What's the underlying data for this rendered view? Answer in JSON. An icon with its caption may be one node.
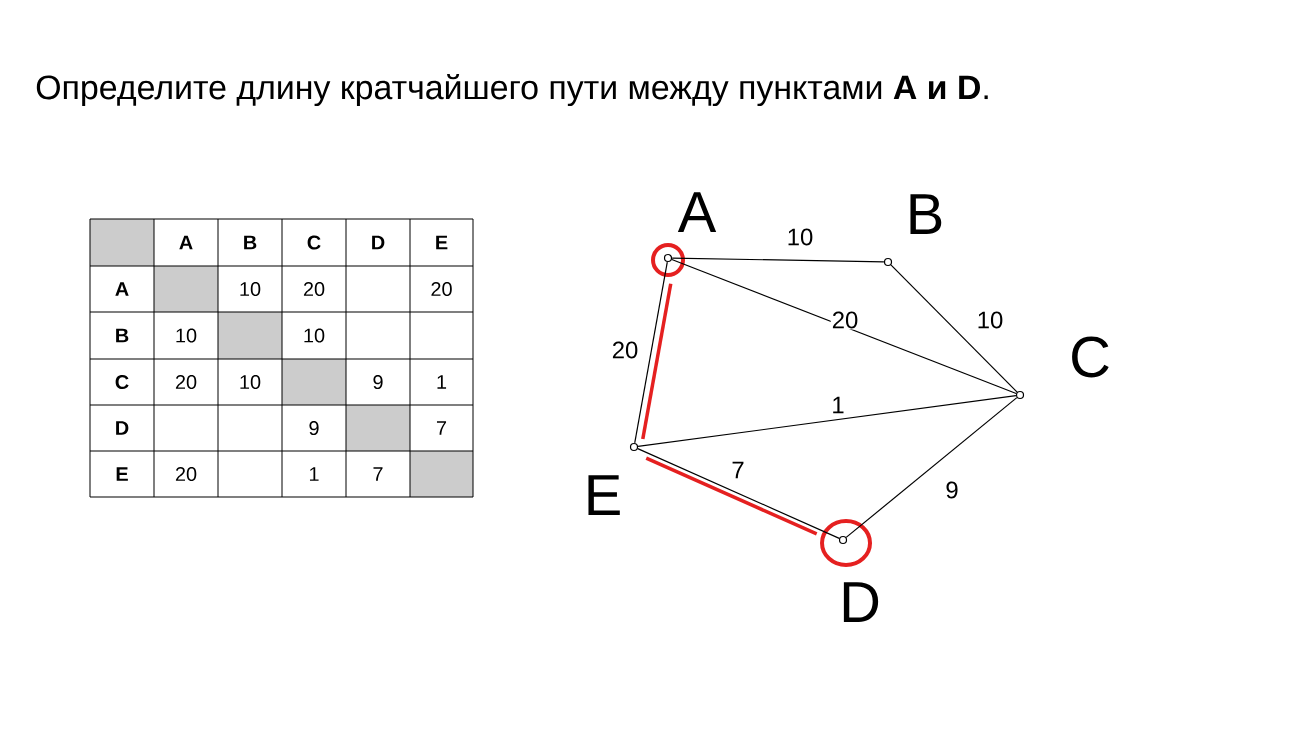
{
  "diagram": {
    "title": "Определите длину кратчайшего пути между пунктами **A и D**.",
    "nodes": [
      {
        "text": [],
        "shape": "circle",
        "beside": [
          "A"
        ]
      },
      {
        "text": [],
        "shape": "circle",
        "beside": [
          "B"
        ]
      },
      {
        "text": [],
        "shape": "circle",
        "beside": [
          "C"
        ]
      },
      {
        "text": [],
        "shape": "circle",
        "beside": [
          "D"
        ]
      },
      {
        "text": [],
        "shape": "circle",
        "beside": [
          "E"
        ]
      }
    ],
    "edges": [
      {
        "from": 0,
        "to": 1,
        "arrow": "none",
        "label": "10"
      },
      {
        "from": 0,
        "to": 2,
        "arrow": "none",
        "label": "20"
      },
      {
        "from": 1,
        "to": 2,
        "arrow": "none",
        "label": "10"
      },
      {
        "from": 0,
        "to": 4,
        "arrow": "none",
        "label": "20"
      },
      {
        "from": 4,
        "to": 2,
        "arrow": "none",
        "label": "1"
      },
      {
        "from": 4,
        "to": 3,
        "arrow": "none",
        "label": "7"
      },
      {
        "from": 3,
        "to": 2,
        "arrow": "none",
        "label": "9"
      },
      {
        "from": 0,
        "to": 4,
        "arrow": "none",
        "style": "thick",
        "color": "#e52020"
      },
      {
        "from": 4,
        "to": 3,
        "arrow": "none",
        "style": "thick",
        "color": "#e52020"
      }
    ],
    "labels": [
      "A",
      "B",
      "C",
      "D",
      "E",
      "A",
      "10",
      "20",
      "20",
      "B",
      "10",
      "10",
      "C",
      "20",
      "10",
      "9",
      "1",
      "D",
      "9",
      "7",
      "E",
      "20",
      "1",
      "7"
    ]
  }
}
